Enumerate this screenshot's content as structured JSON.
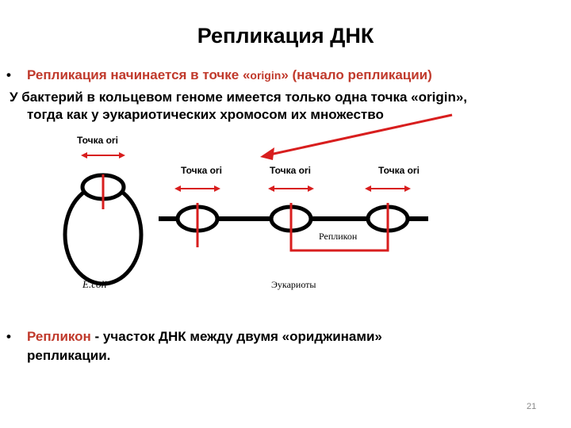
{
  "title": "Репликация ДНК",
  "bullet1": {
    "part_red": "Репликация начинается в точке «",
    "origin_word": "origin",
    "part_red2": "» (начало репликации)"
  },
  "paragraph": {
    "line1": "У бактерий в кольцевом геноме имеется только одна точка «origin»,",
    "line2": "тогда как у эукариотических хромосом их множество"
  },
  "diagram": {
    "ori_label": "Точка ori",
    "ori_labels": [
      "Точка ori",
      "Точка ori",
      "Точка ori"
    ],
    "replicon_label": "Репликон",
    "ecoli_label": "E.coli",
    "eukaryotes_label": "Эукариоты",
    "colors": {
      "red": "#d81e1e",
      "black": "#000000"
    }
  },
  "bullet2": {
    "part_red": "Репликон",
    "rest_line1": " - участок ДНК между двумя «ориджинами»",
    "rest_line2": "репликации."
  },
  "page_number": "21"
}
